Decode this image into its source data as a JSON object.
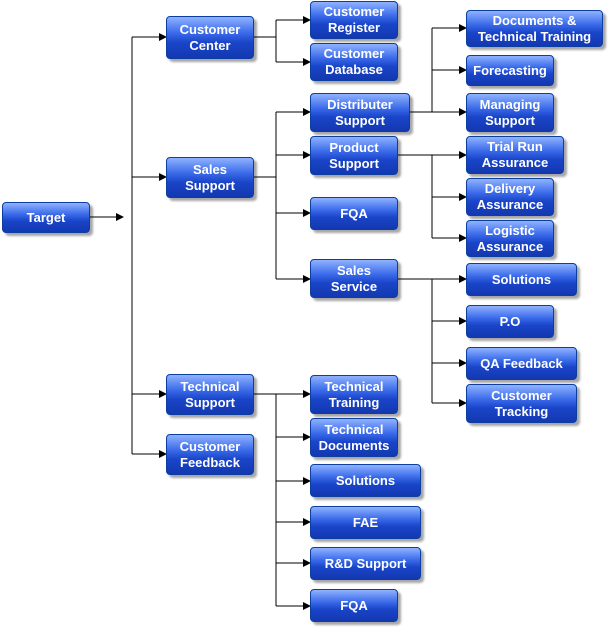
{
  "nodes": {
    "target": "Target",
    "customer_center": "Customer\nCenter",
    "customer_register": "Customer\nRegister",
    "customer_database": "Customer\nDatabase",
    "sales_support": "Sales\nSupport",
    "distributer_support": "Distributer\nSupport",
    "documents_training": "Documents &\nTechnical Training",
    "forecasting": "Forecasting",
    "managing_support": "Managing\nSupport",
    "product_support": "Product\nSupport",
    "trial_run_assurance": "Trial Run\nAssurance",
    "delivery_assurance": "Delivery\nAssurance",
    "logistic_assurance": "Logistic\nAssurance",
    "sales_fqa": "FQA",
    "sales_service": "Sales\nService",
    "service_solutions": "Solutions",
    "po": "P.O",
    "qa_feedback": "QA Feedback",
    "customer_tracking": "Customer\nTracking",
    "technical_support": "Technical\nSupport",
    "technical_training": "Technical\nTraining",
    "technical_documents": "Technical\nDocuments",
    "tech_solutions": "Solutions",
    "fae": "FAE",
    "rd_support": "R&D Support",
    "tech_fqa": "FQA",
    "customer_feedback": "Customer\nFeedback"
  },
  "colors": {
    "box_top": "#8fb2ff",
    "box_bottom": "#1338b0",
    "box_border": "#0b3e9e",
    "text": "#ffffff",
    "connector": "#000000"
  }
}
